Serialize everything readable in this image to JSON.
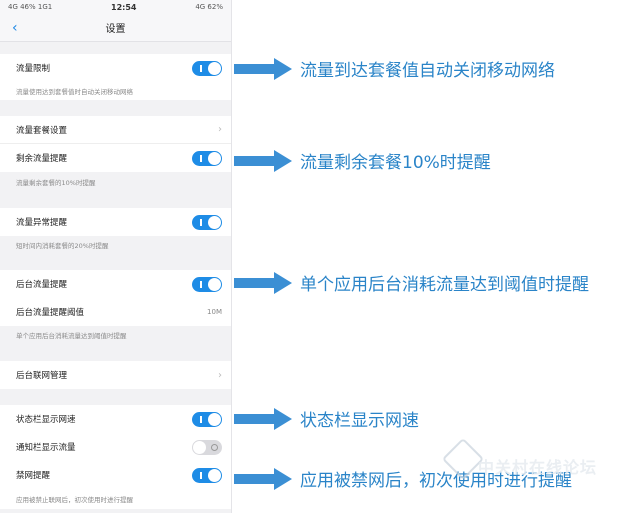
{
  "statusbar": {
    "left": "4G 46% 1G1",
    "time": "12:54",
    "right": "4G 62%"
  },
  "navbar": {
    "back": "‹",
    "title": "设置"
  },
  "rows": {
    "data_limit": {
      "label": "流量限制",
      "desc": "流量使用达到套餐值时自动关闭移动网络",
      "on": true
    },
    "plan_settings": {
      "label": "流量套餐设置",
      "chevron": "›"
    },
    "remaining_alert": {
      "label": "剩余流量提醒",
      "desc": "流量剩余套餐的10%时提醒",
      "on": true
    },
    "abnormal_alert": {
      "label": "流量异常提醒",
      "desc": "短时间内消耗套餐的20%时提醒",
      "on": true
    },
    "background_alert": {
      "label": "后台流量提醒",
      "on": true
    },
    "background_threshold": {
      "label": "后台流量提醒阈值",
      "value": "10M",
      "desc": "单个应用后台消耗流量达到阈值时提醒"
    },
    "background_network": {
      "label": "后台联网管理",
      "chevron": "›"
    },
    "statusbar_speed": {
      "label": "状态栏显示网速",
      "on": true
    },
    "notification_traffic": {
      "label": "通知栏显示流量",
      "on": false
    },
    "blocked_alert": {
      "label": "禁网提醒",
      "desc": "应用被禁止联网后，初次使用时进行提醒",
      "on": true
    }
  },
  "annotations": [
    "流量到达套餐值自动关闭移动网络",
    "流量剩余套餐10%时提醒",
    "单个应用后台消耗流量达到阈值时提醒",
    "状态栏显示网速",
    "应用被禁网后，初次使用时进行提醒"
  ],
  "colors": {
    "accent": "#1e8ce6",
    "annotation": "#2a84c8",
    "arrow": "#3b8fd4"
  },
  "watermark": "中关村在线论坛"
}
